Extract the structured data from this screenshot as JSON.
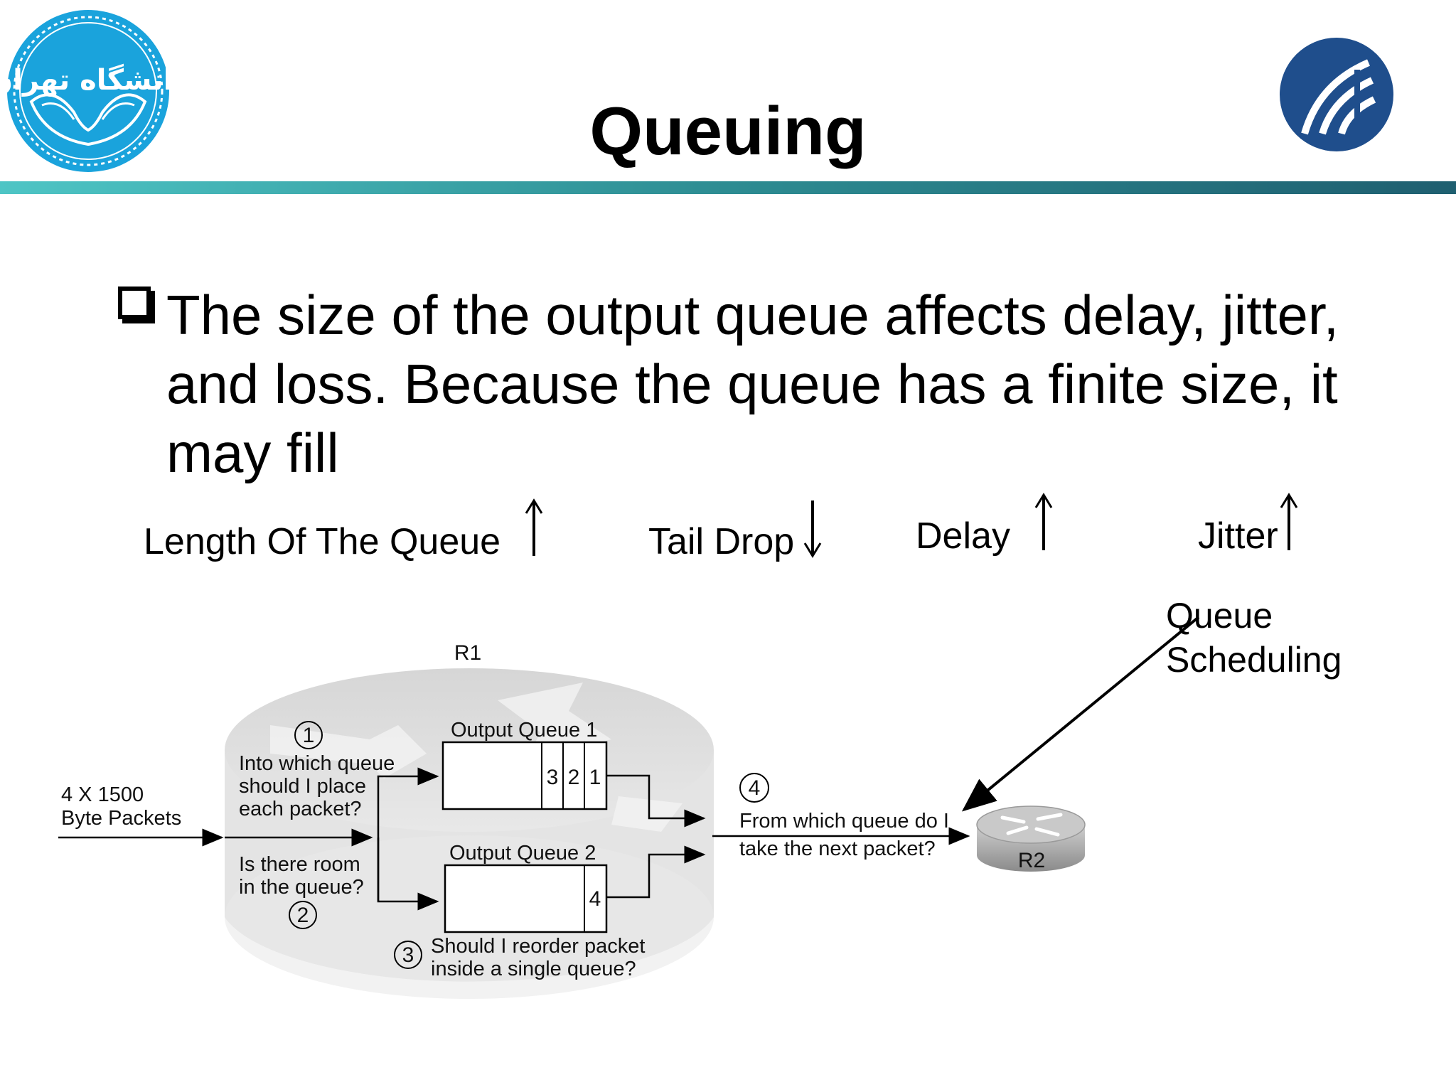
{
  "slide": {
    "title": "Queuing",
    "bullet": "The size of the output queue affects delay, jitter, and loss. Because the queue has a finite size, it may fill",
    "effects": [
      {
        "label": "Length Of The Queue",
        "direction": "up"
      },
      {
        "label": "Tail Drop",
        "direction": "down"
      },
      {
        "label": "Delay",
        "direction": "up"
      },
      {
        "label": "Jitter",
        "direction": "up"
      }
    ],
    "annotation": {
      "line1": "Queue",
      "line2": "Scheduling"
    }
  },
  "logos": {
    "left": {
      "name": "university-of-tehran-seal",
      "color": "#1aa3dc",
      "text": "دانشگاه تهران"
    },
    "right": {
      "name": "institution-logo",
      "color": "#1f4e8c"
    }
  },
  "diagram": {
    "router1": "R1",
    "router2": "R2",
    "input_line1": "4 X 1500",
    "input_line2": "Byte Packets",
    "q1_label": "Output Queue 1",
    "q2_label": "Output Queue 2",
    "q1_packets": [
      "3",
      "2",
      "1"
    ],
    "q2_packets": [
      "4"
    ],
    "step1_num": "1",
    "step1_l1": "Into which queue",
    "step1_l2": "should I place",
    "step1_l3": "each packet?",
    "step2_num": "2",
    "step2_l1": "Is there room",
    "step2_l2": "in the queue?",
    "step3_num": "3",
    "step3_l1": "Should I reorder packet",
    "step3_l2": "inside a single queue?",
    "step4_num": "4",
    "step4_l1": "From which queue do I",
    "step4_l2": "take the next packet?"
  }
}
